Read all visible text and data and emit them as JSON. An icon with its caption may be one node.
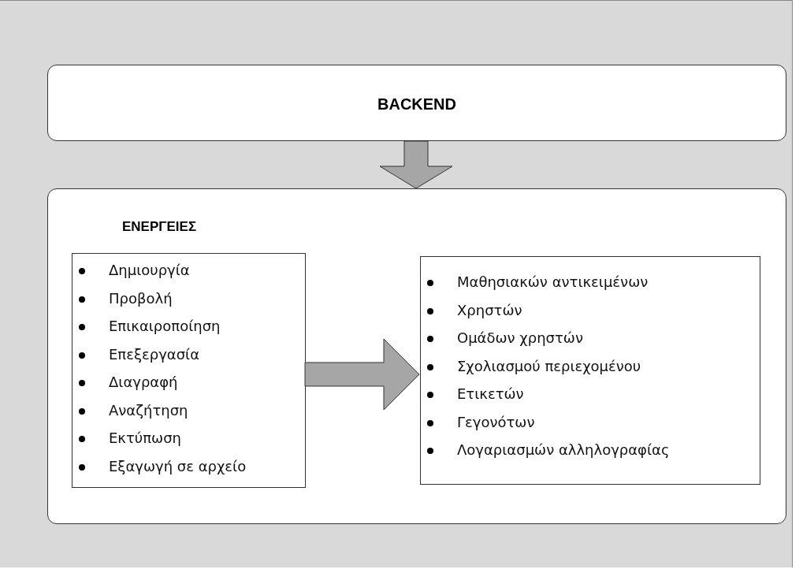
{
  "diagram": {
    "nodes": [
      {
        "text": [
          "BACKEND"
        ]
      },
      {
        "text": [
          "ΕΝΕΡΓΕΙΕΣ"
        ]
      },
      {
        "text": [
          "Δημιουργία",
          "Προβολή",
          "Επικαιροποίηση",
          "Επεξεργασία",
          "Διαγραφή",
          "Αναζήτηση",
          "Εκτύπωση",
          "Εξαγωγή σε αρχείο"
        ],
        "in": 1
      },
      {
        "text": [
          "Μαθησιακών αντικειμένων",
          "Χρηστών",
          "Ομάδων χρηστών",
          "Σχολιασμού περιεχομένου",
          "Ετικετών",
          "Γεγονότων",
          "Λογαριασμών αλληλογραφίας"
        ],
        "in": 1
      }
    ],
    "edges": [
      {
        "from": 0,
        "to": 1,
        "arrow": "to"
      },
      {
        "from": 2,
        "to": 3,
        "arrow": "to"
      }
    ]
  }
}
